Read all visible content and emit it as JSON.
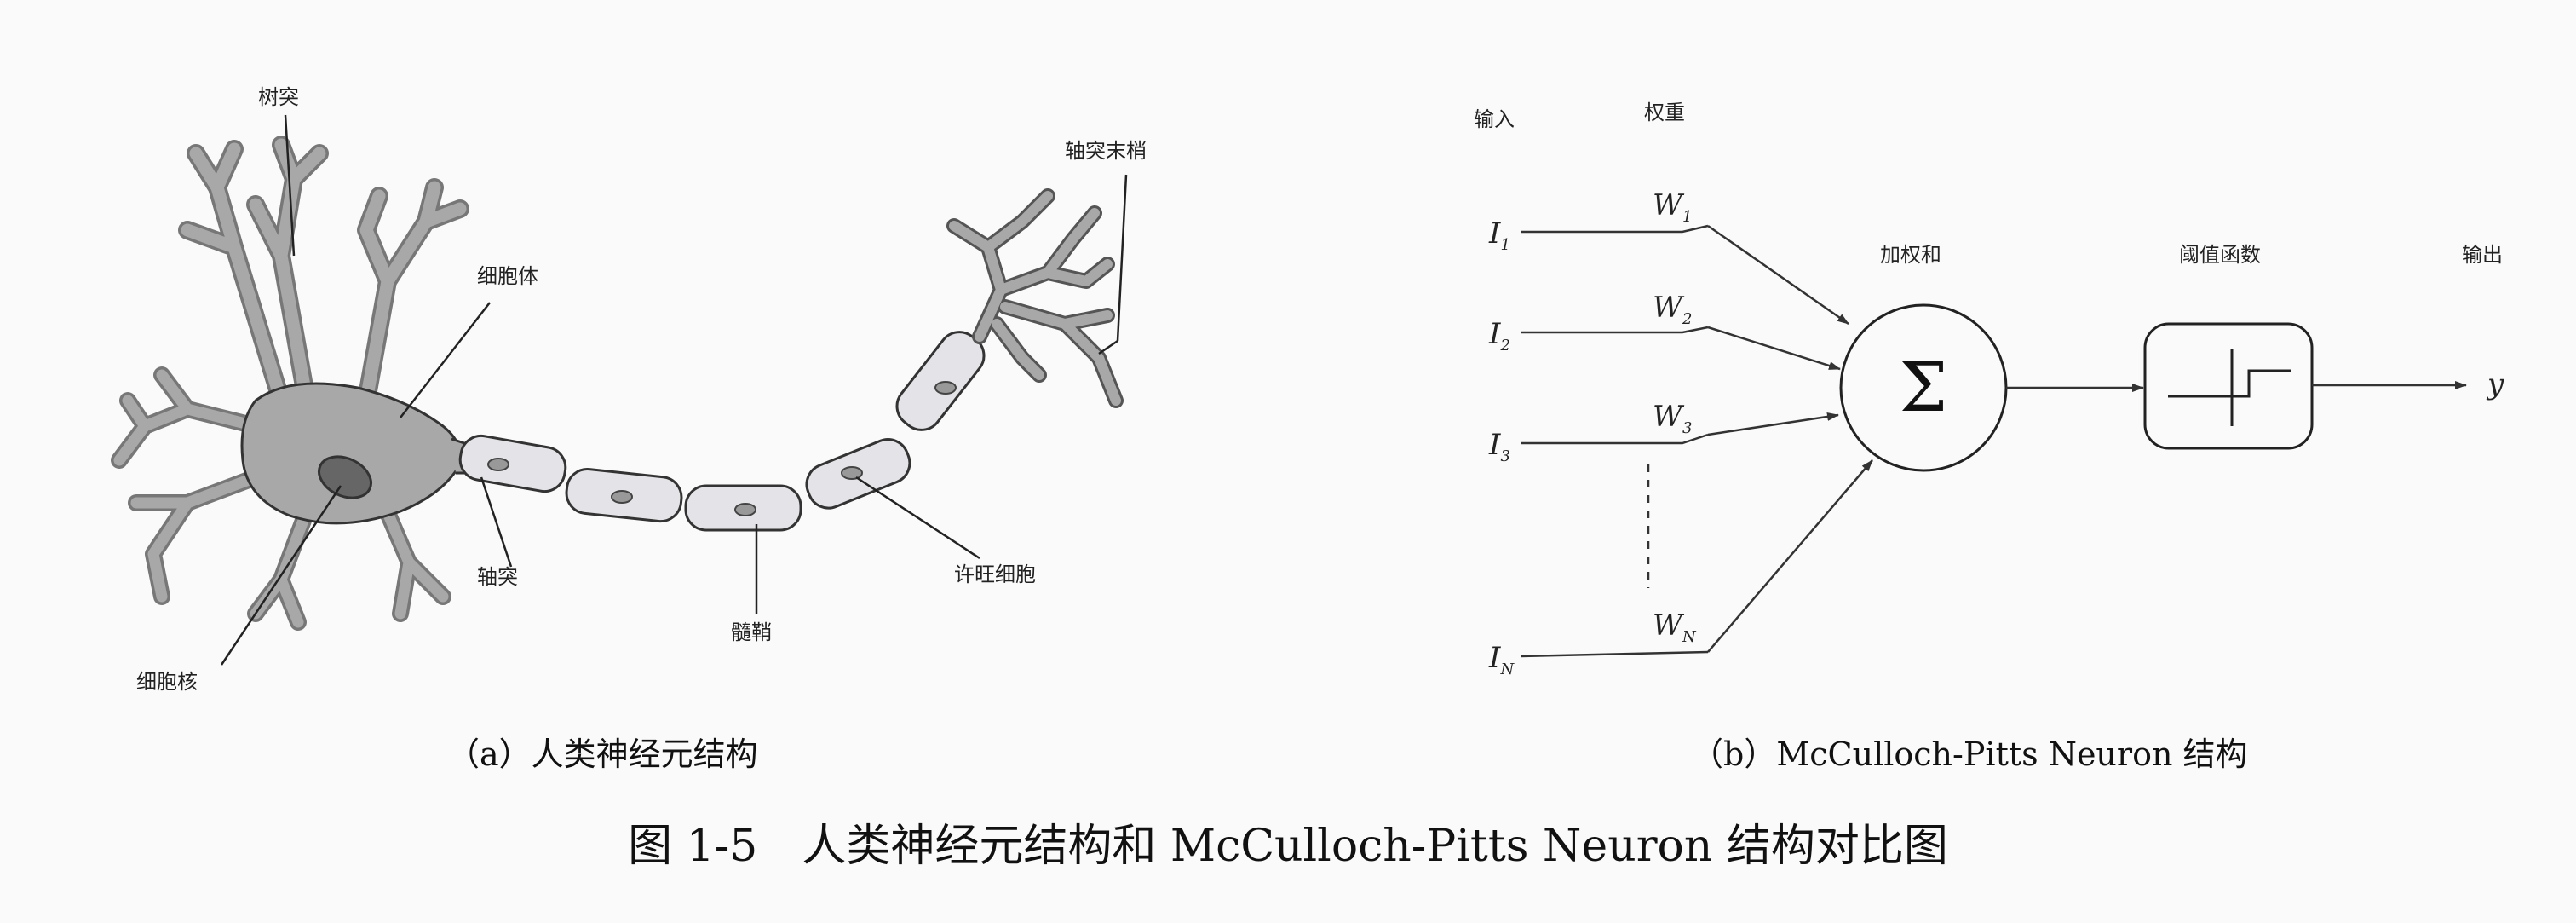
{
  "neuron": {
    "dendrite": "树突",
    "cell_body": "细胞体",
    "nucleus": "细胞核",
    "axon": "轴突",
    "myelin": "髓鞘",
    "schwann": "许旺细胞",
    "axon_terminal": "轴突末梢"
  },
  "mp": {
    "input_header": "输入",
    "weight_header": "权重",
    "weighted_sum_label": "加权和",
    "threshold_label": "阈值函数",
    "output_header": "输出",
    "inputs": [
      {
        "base": "I",
        "sub": "1"
      },
      {
        "base": "I",
        "sub": "2"
      },
      {
        "base": "I",
        "sub": "3"
      },
      {
        "base": "I",
        "sub": "N"
      }
    ],
    "weights": [
      {
        "base": "W",
        "sub": "1"
      },
      {
        "base": "W",
        "sub": "2"
      },
      {
        "base": "W",
        "sub": "3"
      },
      {
        "base": "W",
        "sub": "N"
      }
    ],
    "sum_symbol": "Σ",
    "output_var": "y"
  },
  "captions": {
    "a": "（a）人类神经元结构",
    "b": "（b）McCulloch-Pitts Neuron 结构",
    "figure": "图 1-5　人类神经元结构和 McCulloch-Pitts Neuron 结构对比图"
  },
  "colors": {
    "cell_fill": "#a8a8a8",
    "myelin_fill": "#e4e4e8",
    "stroke": "#333333"
  }
}
